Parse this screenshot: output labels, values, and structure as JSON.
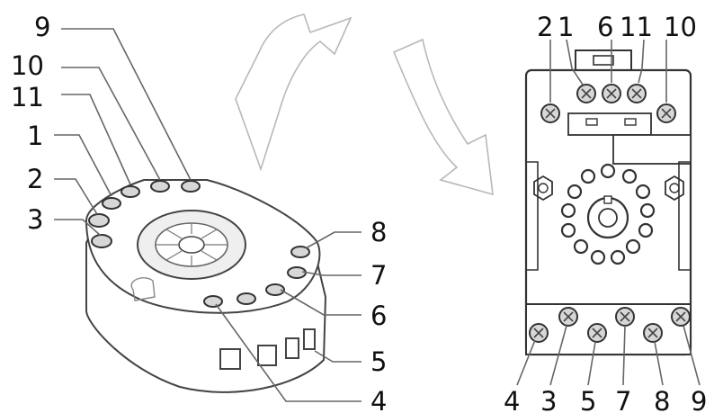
{
  "left_view": {
    "labels": [
      "9",
      "10",
      "11",
      "1",
      "2",
      "3",
      "8",
      "7",
      "6",
      "5",
      "4"
    ]
  },
  "right_view": {
    "top_labels": [
      "2",
      "1",
      "6",
      "11",
      "10"
    ],
    "bottom_labels": [
      "4",
      "3",
      "5",
      "7",
      "8",
      "9"
    ]
  }
}
